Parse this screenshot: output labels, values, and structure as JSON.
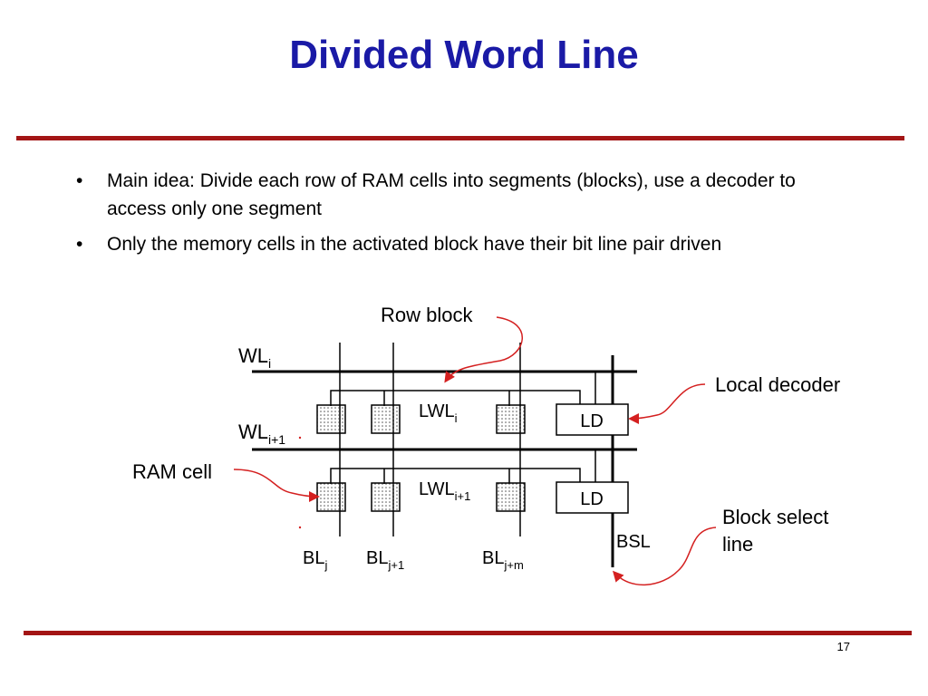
{
  "slide": {
    "title": "Divided Word Line",
    "bullets": [
      "Main idea: Divide each row of RAM cells into segments (blocks), use a decoder to access only one segment",
      "Only the memory cells in the activated block have their bit line pair driven"
    ],
    "page_number": "17"
  },
  "diagram": {
    "labels": {
      "row_block": "Row block",
      "wl": "WL",
      "wl_i_sub": "i",
      "wl_i1_sub": "i+1",
      "lwl": "LWL",
      "lwl_i_sub": "i",
      "lwl_i1_sub": "i+1",
      "ld": "LD",
      "local_decoder": "Local decoder",
      "ram_cell": "RAM cell",
      "bl": "BL",
      "bl_j_sub": "j",
      "bl_j1_sub": "j+1",
      "bl_jm_sub": "j+m",
      "bsl": "BSL",
      "block_select_line1": "Block select",
      "block_select_line2": "line"
    },
    "colors": {
      "title": "#1a1aa6",
      "rule": "#a31515",
      "arrow": "#d42020"
    }
  }
}
